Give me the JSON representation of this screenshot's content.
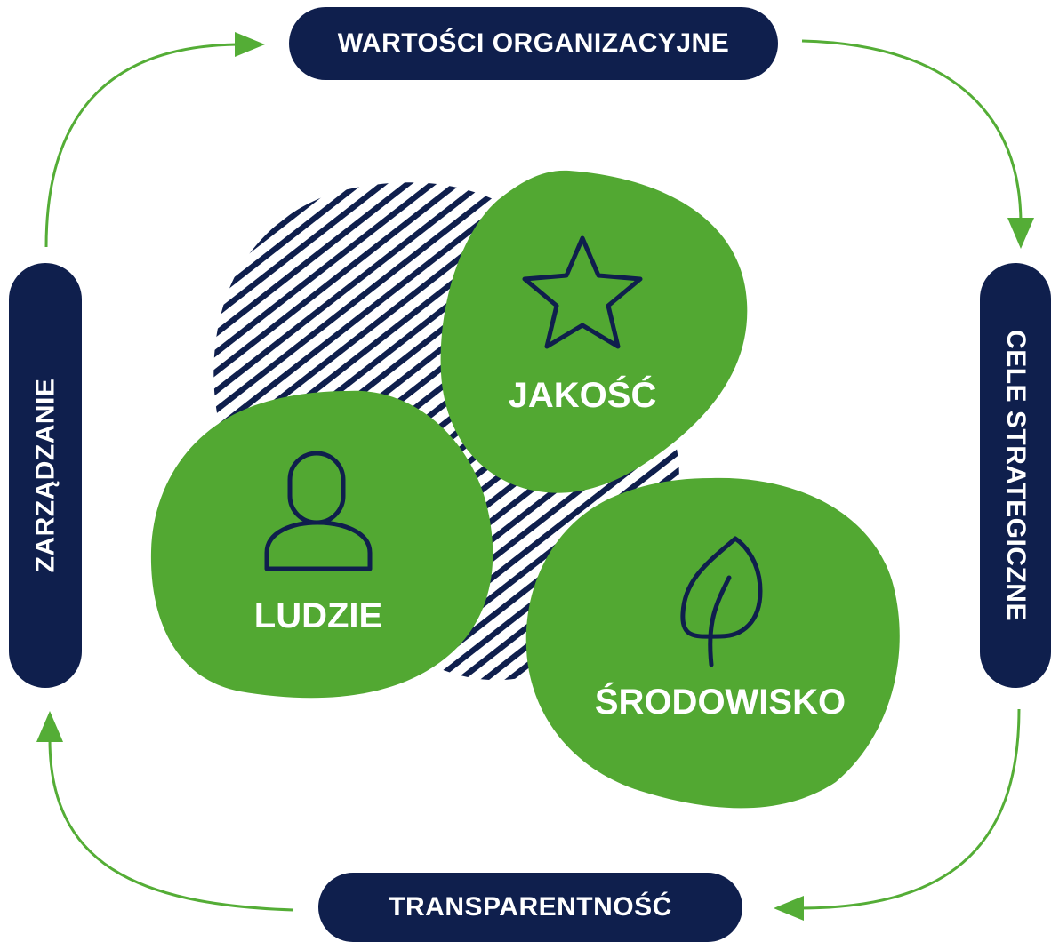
{
  "pills": {
    "top": "WARTOŚCI ORGANIZACYJNE",
    "right": "CELE STRATEGICZNE",
    "bottom": "TRANSPARENTNOŚĆ",
    "left": "ZARZĄDZANIE"
  },
  "blobs": {
    "jakosc": {
      "label": "JAKOŚĆ",
      "icon": "star-icon"
    },
    "ludzie": {
      "label": "LUDZIE",
      "icon": "person-icon"
    },
    "srodowisko": {
      "label": "ŚRODOWISKO",
      "icon": "leaf-icon"
    }
  },
  "colors": {
    "navy": "#0f1f4d",
    "green": "#52a832",
    "arrow_green": "#54ad36"
  }
}
